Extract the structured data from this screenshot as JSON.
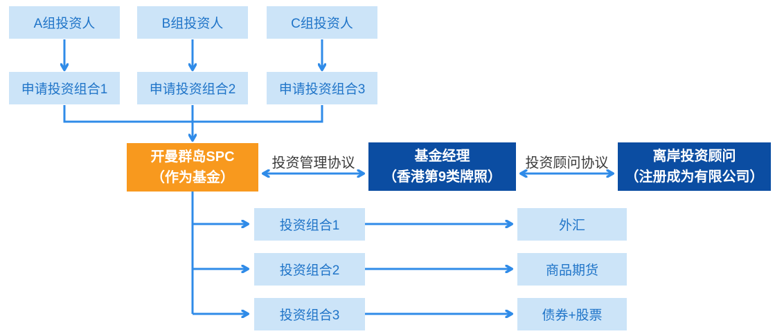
{
  "diagram": {
    "colors": {
      "light_box_bg": "#CCE4F8",
      "light_box_text": "#1F74C8",
      "dark_box_bg": "#0B4DA2",
      "orange_box_bg": "#F8991E",
      "box_text_light": "#FFFFFF",
      "arrow": "#2F8BE8",
      "label_text": "#3A3A3A",
      "page_bg": "#FFFFFF"
    },
    "top": {
      "investors": [
        "A组投资人",
        "B组投资人",
        "C组投资人"
      ],
      "applications": [
        "申请投资组合1",
        "申请投资组合2",
        "申请投资组合3"
      ]
    },
    "middle": {
      "fund": {
        "line1": "开曼群岛SPC",
        "line2": "（作为基金）"
      },
      "management_agreement": "投资管理协议",
      "manager": {
        "line1": "基金经理",
        "line2": "（香港第9类牌照）"
      },
      "advisory_agreement": "投资顾问协议",
      "advisor": {
        "line1": "离岸投资顾问",
        "line2": "（注册成为有限公司）"
      }
    },
    "bottom": {
      "portfolios": [
        "投资组合1",
        "投资组合2",
        "投资组合3"
      ],
      "assets": [
        "外汇",
        "商品期货",
        "债券+股票"
      ]
    }
  }
}
